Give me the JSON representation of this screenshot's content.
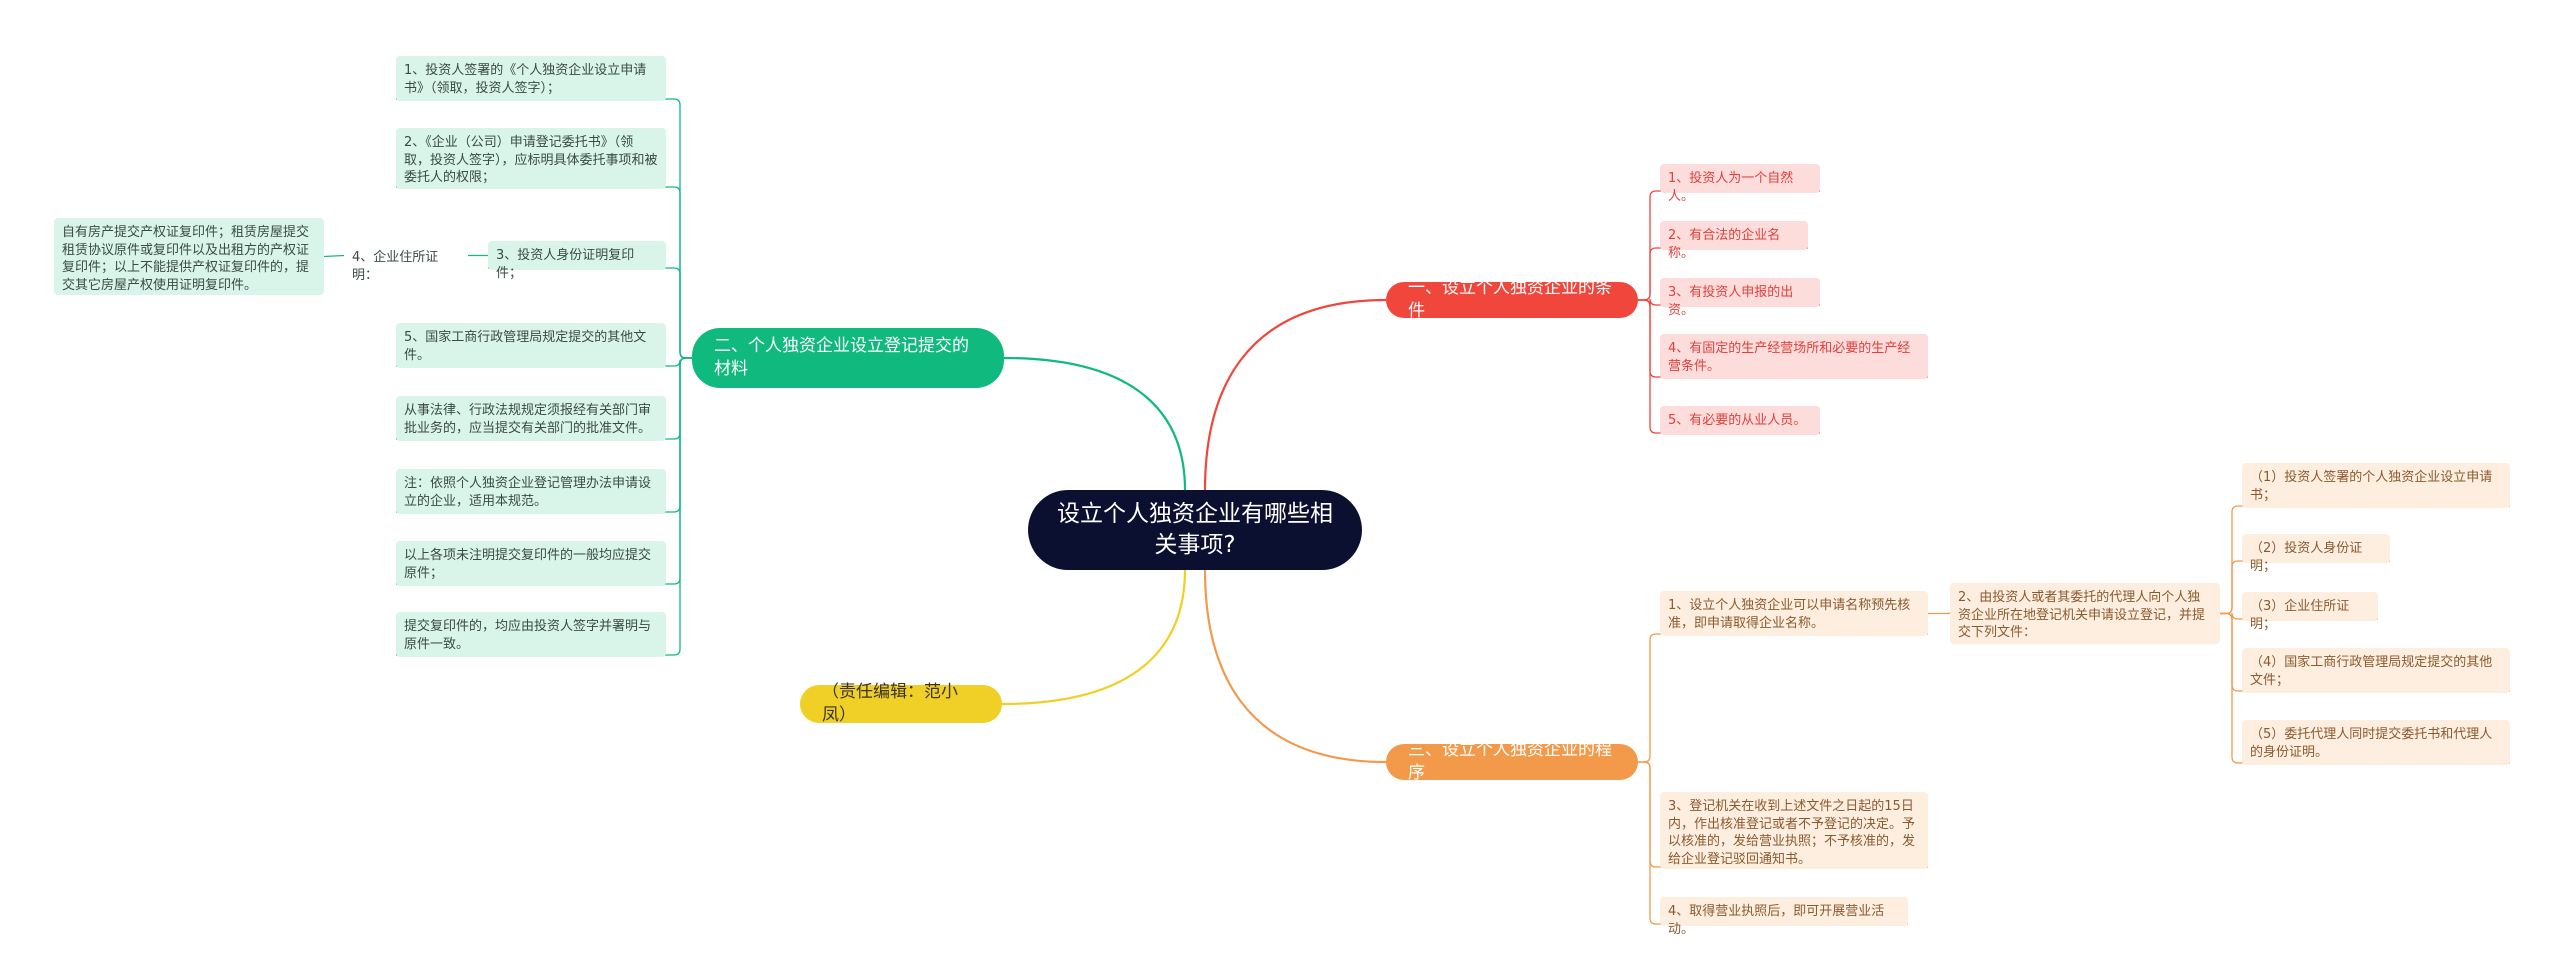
{
  "center": {
    "title": "设立个人独资企业有哪些相关事项?"
  },
  "branch_red": {
    "title": "一、设立个人独资企业的条件",
    "items": [
      "1、投资人为一个自然人。",
      "2、有合法的企业名称。",
      "3、有投资人申报的出资。",
      "4、有固定的生产经营场所和必要的生产经营条件。",
      "5、有必要的从业人员。"
    ]
  },
  "branch_green": {
    "title": "二、个人独资企业设立登记提交的材料",
    "items": [
      "1、投资人签署的《个人独资企业设立申请书》（领取，投资人签字）；",
      "2、《企业（公司）申请登记委托书》（领取，投资人签字），应标明具体委托事项和被委托人的权限；",
      "3、投资人身份证明复印件；",
      "5、国家工商行政管理局规定提交的其他文件。",
      "从事法律、行政法规规定须报经有关部门审批业务的，应当提交有关部门的批准文件。",
      "注：依照个人独资企业登记管理办法申请设立的企业，适用本规范。",
      "以上各项未注明提交复印件的一般均应提交原件；",
      "提交复印件的，均应由投资人签字并署明与原件一致。"
    ],
    "sub_item": "4、企业住所证明：",
    "sub_detail": "自有房产提交产权证复印件；租赁房屋提交租赁协议原件或复印件以及出租方的产权证复印件；以上不能提供产权证复印件的，提交其它房屋产权使用证明复印件。"
  },
  "branch_yellow": {
    "title": "（责任编辑：范小凤）"
  },
  "branch_orange": {
    "title": "三、设立个人独资企业的程序",
    "items": [
      "1、设立个人独资企业可以申请名称预先核准，即申请取得企业名称。",
      "3、登记机关在收到上述文件之日起的15日内，作出核准登记或者不予登记的决定。予以核准的，发给营业执照；不予核准的，发给企业登记驳回通知书。",
      "4、取得营业执照后，即可开展营业活动。"
    ],
    "sub_item": "2、由投资人或者其委托的代理人向个人独资企业所在地登记机关申请设立登记，并提交下列文件：",
    "sub_items": [
      "（1）投资人签署的个人独资企业设立申请书；",
      "（2）投资人身份证明；",
      "（3）企业住所证明；",
      "（4）国家工商行政管理局规定提交的其他文件；",
      "（5）委托代理人同时提交委托书和代理人的身份证明。"
    ]
  },
  "colors": {
    "center": "#0b1031",
    "red": "#f0463c",
    "green": "#10b97e",
    "yellow": "#f0cf26",
    "orange": "#f3994a"
  }
}
